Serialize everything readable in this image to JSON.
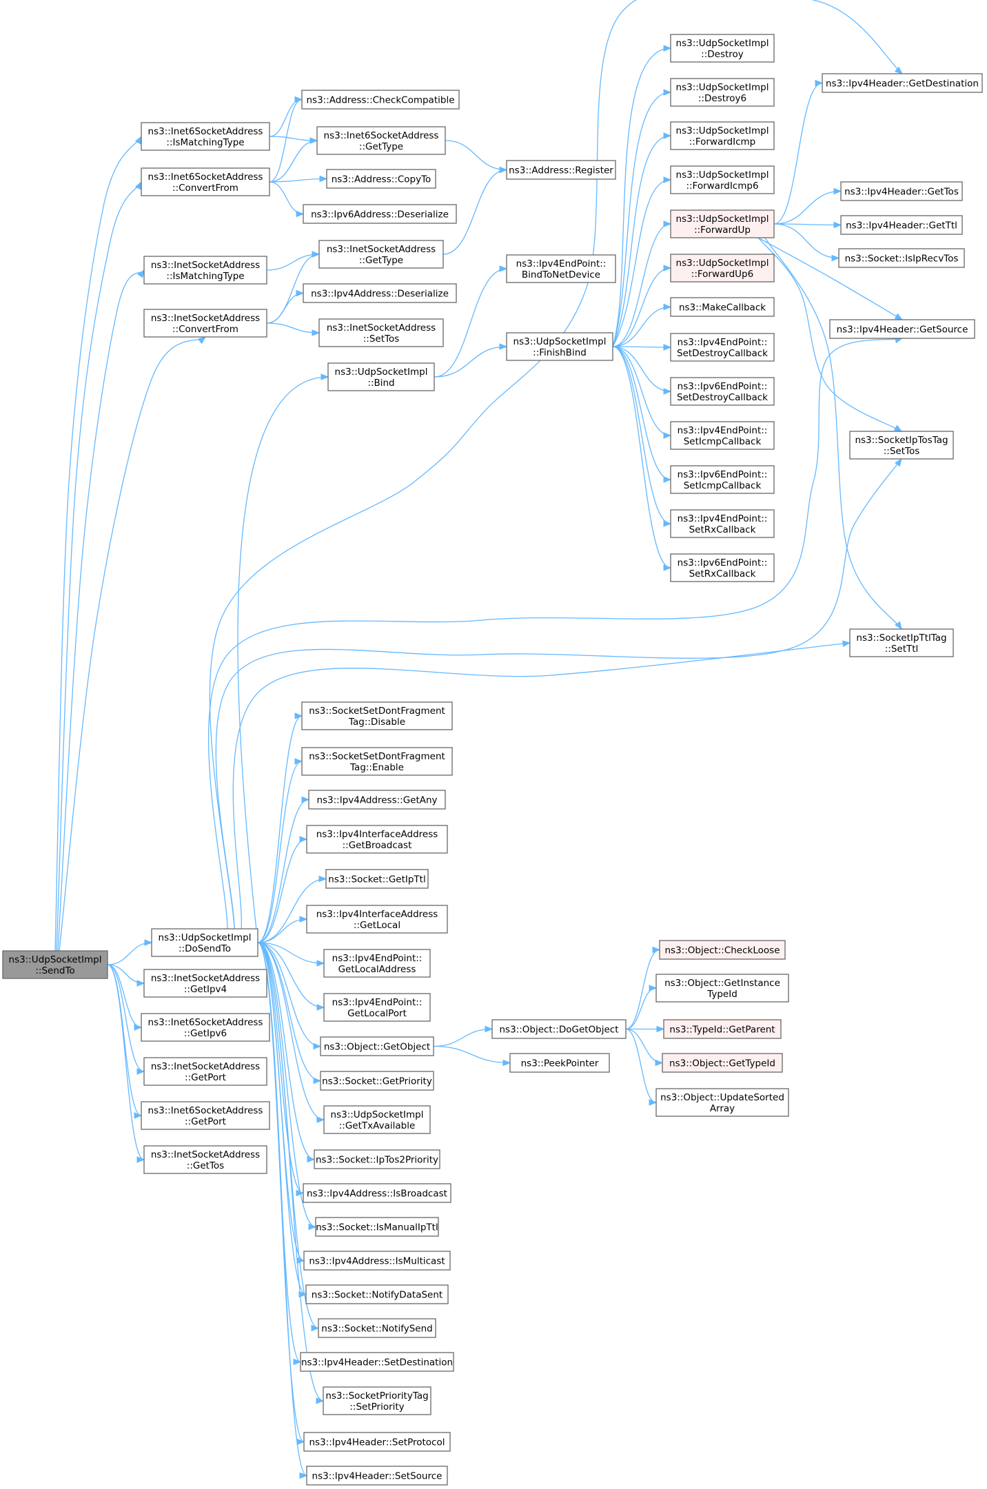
{
  "colors": {
    "edge": "#63b8ff",
    "node_border": "#666666",
    "node_fill": "#ffffff",
    "root_fill": "#999999",
    "truncated_border": "#ff0000",
    "truncated_fill": "#fff0f0"
  },
  "nodes": [
    {
      "id": "sendto",
      "lines": [
        "ns3::UdpSocketImpl",
        "::SendTo"
      ],
      "style": "root"
    },
    {
      "id": "i6_ismatching",
      "lines": [
        "ns3::Inet6SocketAddress",
        "::IsMatchingType"
      ]
    },
    {
      "id": "i6_convertfrom",
      "lines": [
        "ns3::Inet6SocketAddress",
        "::ConvertFrom"
      ]
    },
    {
      "id": "i4_ismatching",
      "lines": [
        "ns3::InetSocketAddress",
        "::IsMatchingType"
      ]
    },
    {
      "id": "i4_convertfrom",
      "lines": [
        "ns3::InetSocketAddress",
        "::ConvertFrom"
      ]
    },
    {
      "id": "addr_checkcompat",
      "lines": [
        "ns3::Address::CheckCompatible"
      ]
    },
    {
      "id": "i6_gettype",
      "lines": [
        "ns3::Inet6SocketAddress",
        "::GetType"
      ]
    },
    {
      "id": "addr_copyto",
      "lines": [
        "ns3::Address::CopyTo"
      ]
    },
    {
      "id": "ipv6addr_deser",
      "lines": [
        "ns3::Ipv6Address::Deserialize"
      ]
    },
    {
      "id": "i4_gettype",
      "lines": [
        "ns3::InetSocketAddress",
        "::GetType"
      ]
    },
    {
      "id": "ipv4addr_deser",
      "lines": [
        "ns3::Ipv4Address::Deserialize"
      ]
    },
    {
      "id": "i4_settos",
      "lines": [
        "ns3::InetSocketAddress",
        "::SetTos"
      ]
    },
    {
      "id": "addr_register",
      "lines": [
        "ns3::Address::Register"
      ]
    },
    {
      "id": "udp_bind",
      "lines": [
        "ns3::UdpSocketImpl",
        "::Bind"
      ]
    },
    {
      "id": "ep4_bindnetdev",
      "lines": [
        "ns3::Ipv4EndPoint::",
        "BindToNetDevice"
      ]
    },
    {
      "id": "udp_finishbind",
      "lines": [
        "ns3::UdpSocketImpl",
        "::FinishBind"
      ]
    },
    {
      "id": "udp_destroy",
      "lines": [
        "ns3::UdpSocketImpl",
        "::Destroy"
      ]
    },
    {
      "id": "udp_destroy6",
      "lines": [
        "ns3::UdpSocketImpl",
        "::Destroy6"
      ]
    },
    {
      "id": "udp_fwdicmp",
      "lines": [
        "ns3::UdpSocketImpl",
        "::ForwardIcmp"
      ]
    },
    {
      "id": "udp_fwdicmp6",
      "lines": [
        "ns3::UdpSocketImpl",
        "::ForwardIcmp6"
      ]
    },
    {
      "id": "udp_fwdup",
      "lines": [
        "ns3::UdpSocketImpl",
        "::ForwardUp"
      ],
      "style": "truncated"
    },
    {
      "id": "udp_fwdup6",
      "lines": [
        "ns3::UdpSocketImpl",
        "::ForwardUp6"
      ],
      "style": "truncated"
    },
    {
      "id": "makecallback",
      "lines": [
        "ns3::MakeCallback"
      ]
    },
    {
      "id": "ep4_setdestroy",
      "lines": [
        "ns3::Ipv4EndPoint::",
        "SetDestroyCallback"
      ]
    },
    {
      "id": "ep6_setdestroy",
      "lines": [
        "ns3::Ipv6EndPoint::",
        "SetDestroyCallback"
      ]
    },
    {
      "id": "ep4_seticmp",
      "lines": [
        "ns3::Ipv4EndPoint::",
        "SetIcmpCallback"
      ]
    },
    {
      "id": "ep6_seticmp",
      "lines": [
        "ns3::Ipv6EndPoint::",
        "SetIcmpCallback"
      ]
    },
    {
      "id": "ep4_setrx",
      "lines": [
        "ns3::Ipv4EndPoint::",
        "SetRxCallback"
      ]
    },
    {
      "id": "ep6_setrx",
      "lines": [
        "ns3::Ipv6EndPoint::",
        "SetRxCallback"
      ]
    },
    {
      "id": "ipv4h_getdest",
      "lines": [
        "ns3::Ipv4Header::GetDestination"
      ]
    },
    {
      "id": "ipv4h_gettos",
      "lines": [
        "ns3::Ipv4Header::GetTos"
      ]
    },
    {
      "id": "ipv4h_getttl",
      "lines": [
        "ns3::Ipv4Header::GetTtl"
      ]
    },
    {
      "id": "sock_isiprecvtos",
      "lines": [
        "ns3::Socket::IsIpRecvTos"
      ]
    },
    {
      "id": "ipv4h_getsource",
      "lines": [
        "ns3::Ipv4Header::GetSource"
      ]
    },
    {
      "id": "tostag_settos",
      "lines": [
        "ns3::SocketIpTosTag",
        "::SetTos"
      ]
    },
    {
      "id": "ttltag_setttl",
      "lines": [
        "ns3::SocketIpTtlTag",
        "::SetTtl"
      ]
    },
    {
      "id": "udp_dosendto",
      "lines": [
        "ns3::UdpSocketImpl",
        "::DoSendTo"
      ]
    },
    {
      "id": "dontfrag_disable",
      "lines": [
        "ns3::SocketSetDontFragment",
        "Tag::Disable"
      ]
    },
    {
      "id": "dontfrag_enable",
      "lines": [
        "ns3::SocketSetDontFragment",
        "Tag::Enable"
      ]
    },
    {
      "id": "ipv4addr_getany",
      "lines": [
        "ns3::Ipv4Address::GetAny"
      ]
    },
    {
      "id": "ifaddr_getbcast",
      "lines": [
        "ns3::Ipv4InterfaceAddress",
        "::GetBroadcast"
      ]
    },
    {
      "id": "sock_getipttl",
      "lines": [
        "ns3::Socket::GetIpTtl"
      ]
    },
    {
      "id": "ifaddr_getlocal",
      "lines": [
        "ns3::Ipv4InterfaceAddress",
        "::GetLocal"
      ]
    },
    {
      "id": "ep4_getlocaladdr",
      "lines": [
        "ns3::Ipv4EndPoint::",
        "GetLocalAddress"
      ]
    },
    {
      "id": "ep4_getlocalport",
      "lines": [
        "ns3::Ipv4EndPoint::",
        "GetLocalPort"
      ]
    },
    {
      "id": "obj_getobject",
      "lines": [
        "ns3::Object::GetObject"
      ]
    },
    {
      "id": "sock_getpriority",
      "lines": [
        "ns3::Socket::GetPriority"
      ]
    },
    {
      "id": "udp_gettxavail",
      "lines": [
        "ns3::UdpSocketImpl",
        "::GetTxAvailable"
      ]
    },
    {
      "id": "sock_iptos2prio",
      "lines": [
        "ns3::Socket::IpTos2Priority"
      ]
    },
    {
      "id": "ipv4addr_isbcast",
      "lines": [
        "ns3::Ipv4Address::IsBroadcast"
      ]
    },
    {
      "id": "sock_ismanualttl",
      "lines": [
        "ns3::Socket::IsManualIpTtl"
      ]
    },
    {
      "id": "ipv4addr_ismcast",
      "lines": [
        "ns3::Ipv4Address::IsMulticast"
      ]
    },
    {
      "id": "sock_notifysent",
      "lines": [
        "ns3::Socket::NotifyDataSent"
      ]
    },
    {
      "id": "sock_notifysend",
      "lines": [
        "ns3::Socket::NotifySend"
      ]
    },
    {
      "id": "ipv4h_setdest",
      "lines": [
        "ns3::Ipv4Header::SetDestination"
      ]
    },
    {
      "id": "priotag_setprio",
      "lines": [
        "ns3::SocketPriorityTag",
        "::SetPriority"
      ]
    },
    {
      "id": "ipv4h_setproto",
      "lines": [
        "ns3::Ipv4Header::SetProtocol"
      ]
    },
    {
      "id": "ipv4h_setsource",
      "lines": [
        "ns3::Ipv4Header::SetSource"
      ]
    },
    {
      "id": "obj_dogetobject",
      "lines": [
        "ns3::Object::DoGetObject"
      ]
    },
    {
      "id": "peekpointer",
      "lines": [
        "ns3::PeekPointer"
      ]
    },
    {
      "id": "obj_checkloose",
      "lines": [
        "ns3::Object::CheckLoose"
      ],
      "style": "truncated"
    },
    {
      "id": "obj_getinsttid",
      "lines": [
        "ns3::Object::GetInstance",
        "TypeId"
      ]
    },
    {
      "id": "tid_getparent",
      "lines": [
        "ns3::TypeId::GetParent"
      ],
      "style": "truncated"
    },
    {
      "id": "obj_gettypeid",
      "lines": [
        "ns3::Object::GetTypeId"
      ],
      "style": "truncated"
    },
    {
      "id": "obj_updatesorted",
      "lines": [
        "ns3::Object::UpdateSorted",
        "Array"
      ]
    },
    {
      "id": "i4_getipv4",
      "lines": [
        "ns3::InetSocketAddress",
        "::GetIpv4"
      ]
    },
    {
      "id": "i6_getipv6",
      "lines": [
        "ns3::Inet6SocketAddress",
        "::GetIpv6"
      ]
    },
    {
      "id": "i4_getport",
      "lines": [
        "ns3::InetSocketAddress",
        "::GetPort"
      ]
    },
    {
      "id": "i6_getport",
      "lines": [
        "ns3::Inet6SocketAddress",
        "::GetPort"
      ]
    },
    {
      "id": "i4_gettos",
      "lines": [
        "ns3::InetSocketAddress",
        "::GetTos"
      ]
    }
  ],
  "edges": [
    [
      "sendto",
      "i6_ismatching"
    ],
    [
      "sendto",
      "i6_convertfrom"
    ],
    [
      "sendto",
      "i4_ismatching"
    ],
    [
      "sendto",
      "i4_convertfrom"
    ],
    [
      "sendto",
      "udp_dosendto"
    ],
    [
      "sendto",
      "i4_getipv4"
    ],
    [
      "sendto",
      "i6_getipv6"
    ],
    [
      "sendto",
      "i4_getport"
    ],
    [
      "sendto",
      "i6_getport"
    ],
    [
      "sendto",
      "i4_gettos"
    ],
    [
      "i6_ismatching",
      "addr_checkcompat"
    ],
    [
      "i6_ismatching",
      "i6_gettype"
    ],
    [
      "i6_convertfrom",
      "addr_checkcompat"
    ],
    [
      "i6_convertfrom",
      "i6_gettype"
    ],
    [
      "i6_convertfrom",
      "addr_copyto"
    ],
    [
      "i6_convertfrom",
      "ipv6addr_deser"
    ],
    [
      "i6_gettype",
      "addr_register"
    ],
    [
      "i4_ismatching",
      "i4_gettype"
    ],
    [
      "i4_gettype",
      "addr_register"
    ],
    [
      "i4_convertfrom",
      "i4_gettype"
    ],
    [
      "i4_convertfrom",
      "ipv4addr_deser"
    ],
    [
      "i4_convertfrom",
      "i4_settos"
    ],
    [
      "udp_bind",
      "ep4_bindnetdev"
    ],
    [
      "udp_bind",
      "udp_finishbind"
    ],
    [
      "udp_finishbind",
      "udp_destroy"
    ],
    [
      "udp_finishbind",
      "udp_destroy6"
    ],
    [
      "udp_finishbind",
      "udp_fwdicmp"
    ],
    [
      "udp_finishbind",
      "udp_fwdicmp6"
    ],
    [
      "udp_finishbind",
      "udp_fwdup"
    ],
    [
      "udp_finishbind",
      "udp_fwdup6"
    ],
    [
      "udp_finishbind",
      "makecallback"
    ],
    [
      "udp_finishbind",
      "ep4_setdestroy"
    ],
    [
      "udp_finishbind",
      "ep6_setdestroy"
    ],
    [
      "udp_finishbind",
      "ep4_seticmp"
    ],
    [
      "udp_finishbind",
      "ep6_seticmp"
    ],
    [
      "udp_finishbind",
      "ep4_setrx"
    ],
    [
      "udp_finishbind",
      "ep6_setrx"
    ],
    [
      "udp_fwdup",
      "ipv4h_getdest"
    ],
    [
      "udp_fwdup",
      "ipv4h_gettos"
    ],
    [
      "udp_fwdup",
      "ipv4h_getttl"
    ],
    [
      "udp_fwdup",
      "sock_isiprecvtos"
    ],
    [
      "udp_fwdup",
      "ipv4h_getsource"
    ],
    [
      "udp_fwdup",
      "tostag_settos"
    ],
    [
      "udp_fwdup",
      "ttltag_setttl"
    ],
    [
      "udp_dosendto",
      "udp_bind"
    ],
    [
      "udp_dosendto",
      "ipv4h_getdest"
    ],
    [
      "udp_dosendto",
      "ipv4h_getsource"
    ],
    [
      "udp_dosendto",
      "tostag_settos"
    ],
    [
      "udp_dosendto",
      "ttltag_setttl"
    ],
    [
      "udp_dosendto",
      "dontfrag_disable"
    ],
    [
      "udp_dosendto",
      "dontfrag_enable"
    ],
    [
      "udp_dosendto",
      "ipv4addr_getany"
    ],
    [
      "udp_dosendto",
      "ifaddr_getbcast"
    ],
    [
      "udp_dosendto",
      "sock_getipttl"
    ],
    [
      "udp_dosendto",
      "ifaddr_getlocal"
    ],
    [
      "udp_dosendto",
      "ep4_getlocaladdr"
    ],
    [
      "udp_dosendto",
      "ep4_getlocalport"
    ],
    [
      "udp_dosendto",
      "obj_getobject"
    ],
    [
      "udp_dosendto",
      "sock_getpriority"
    ],
    [
      "udp_dosendto",
      "udp_gettxavail"
    ],
    [
      "udp_dosendto",
      "sock_iptos2prio"
    ],
    [
      "udp_dosendto",
      "ipv4addr_isbcast"
    ],
    [
      "udp_dosendto",
      "sock_ismanualttl"
    ],
    [
      "udp_dosendto",
      "ipv4addr_ismcast"
    ],
    [
      "udp_dosendto",
      "sock_notifysent"
    ],
    [
      "udp_dosendto",
      "sock_notifysend"
    ],
    [
      "udp_dosendto",
      "ipv4h_setdest"
    ],
    [
      "udp_dosendto",
      "priotag_setprio"
    ],
    [
      "udp_dosendto",
      "ipv4h_setproto"
    ],
    [
      "udp_dosendto",
      "ipv4h_setsource"
    ],
    [
      "obj_getobject",
      "obj_dogetobject"
    ],
    [
      "obj_getobject",
      "peekpointer"
    ],
    [
      "obj_dogetobject",
      "obj_checkloose"
    ],
    [
      "obj_dogetobject",
      "obj_getinsttid"
    ],
    [
      "obj_dogetobject",
      "tid_getparent"
    ],
    [
      "obj_dogetobject",
      "obj_gettypeid"
    ],
    [
      "obj_dogetobject",
      "obj_updatesorted"
    ]
  ]
}
